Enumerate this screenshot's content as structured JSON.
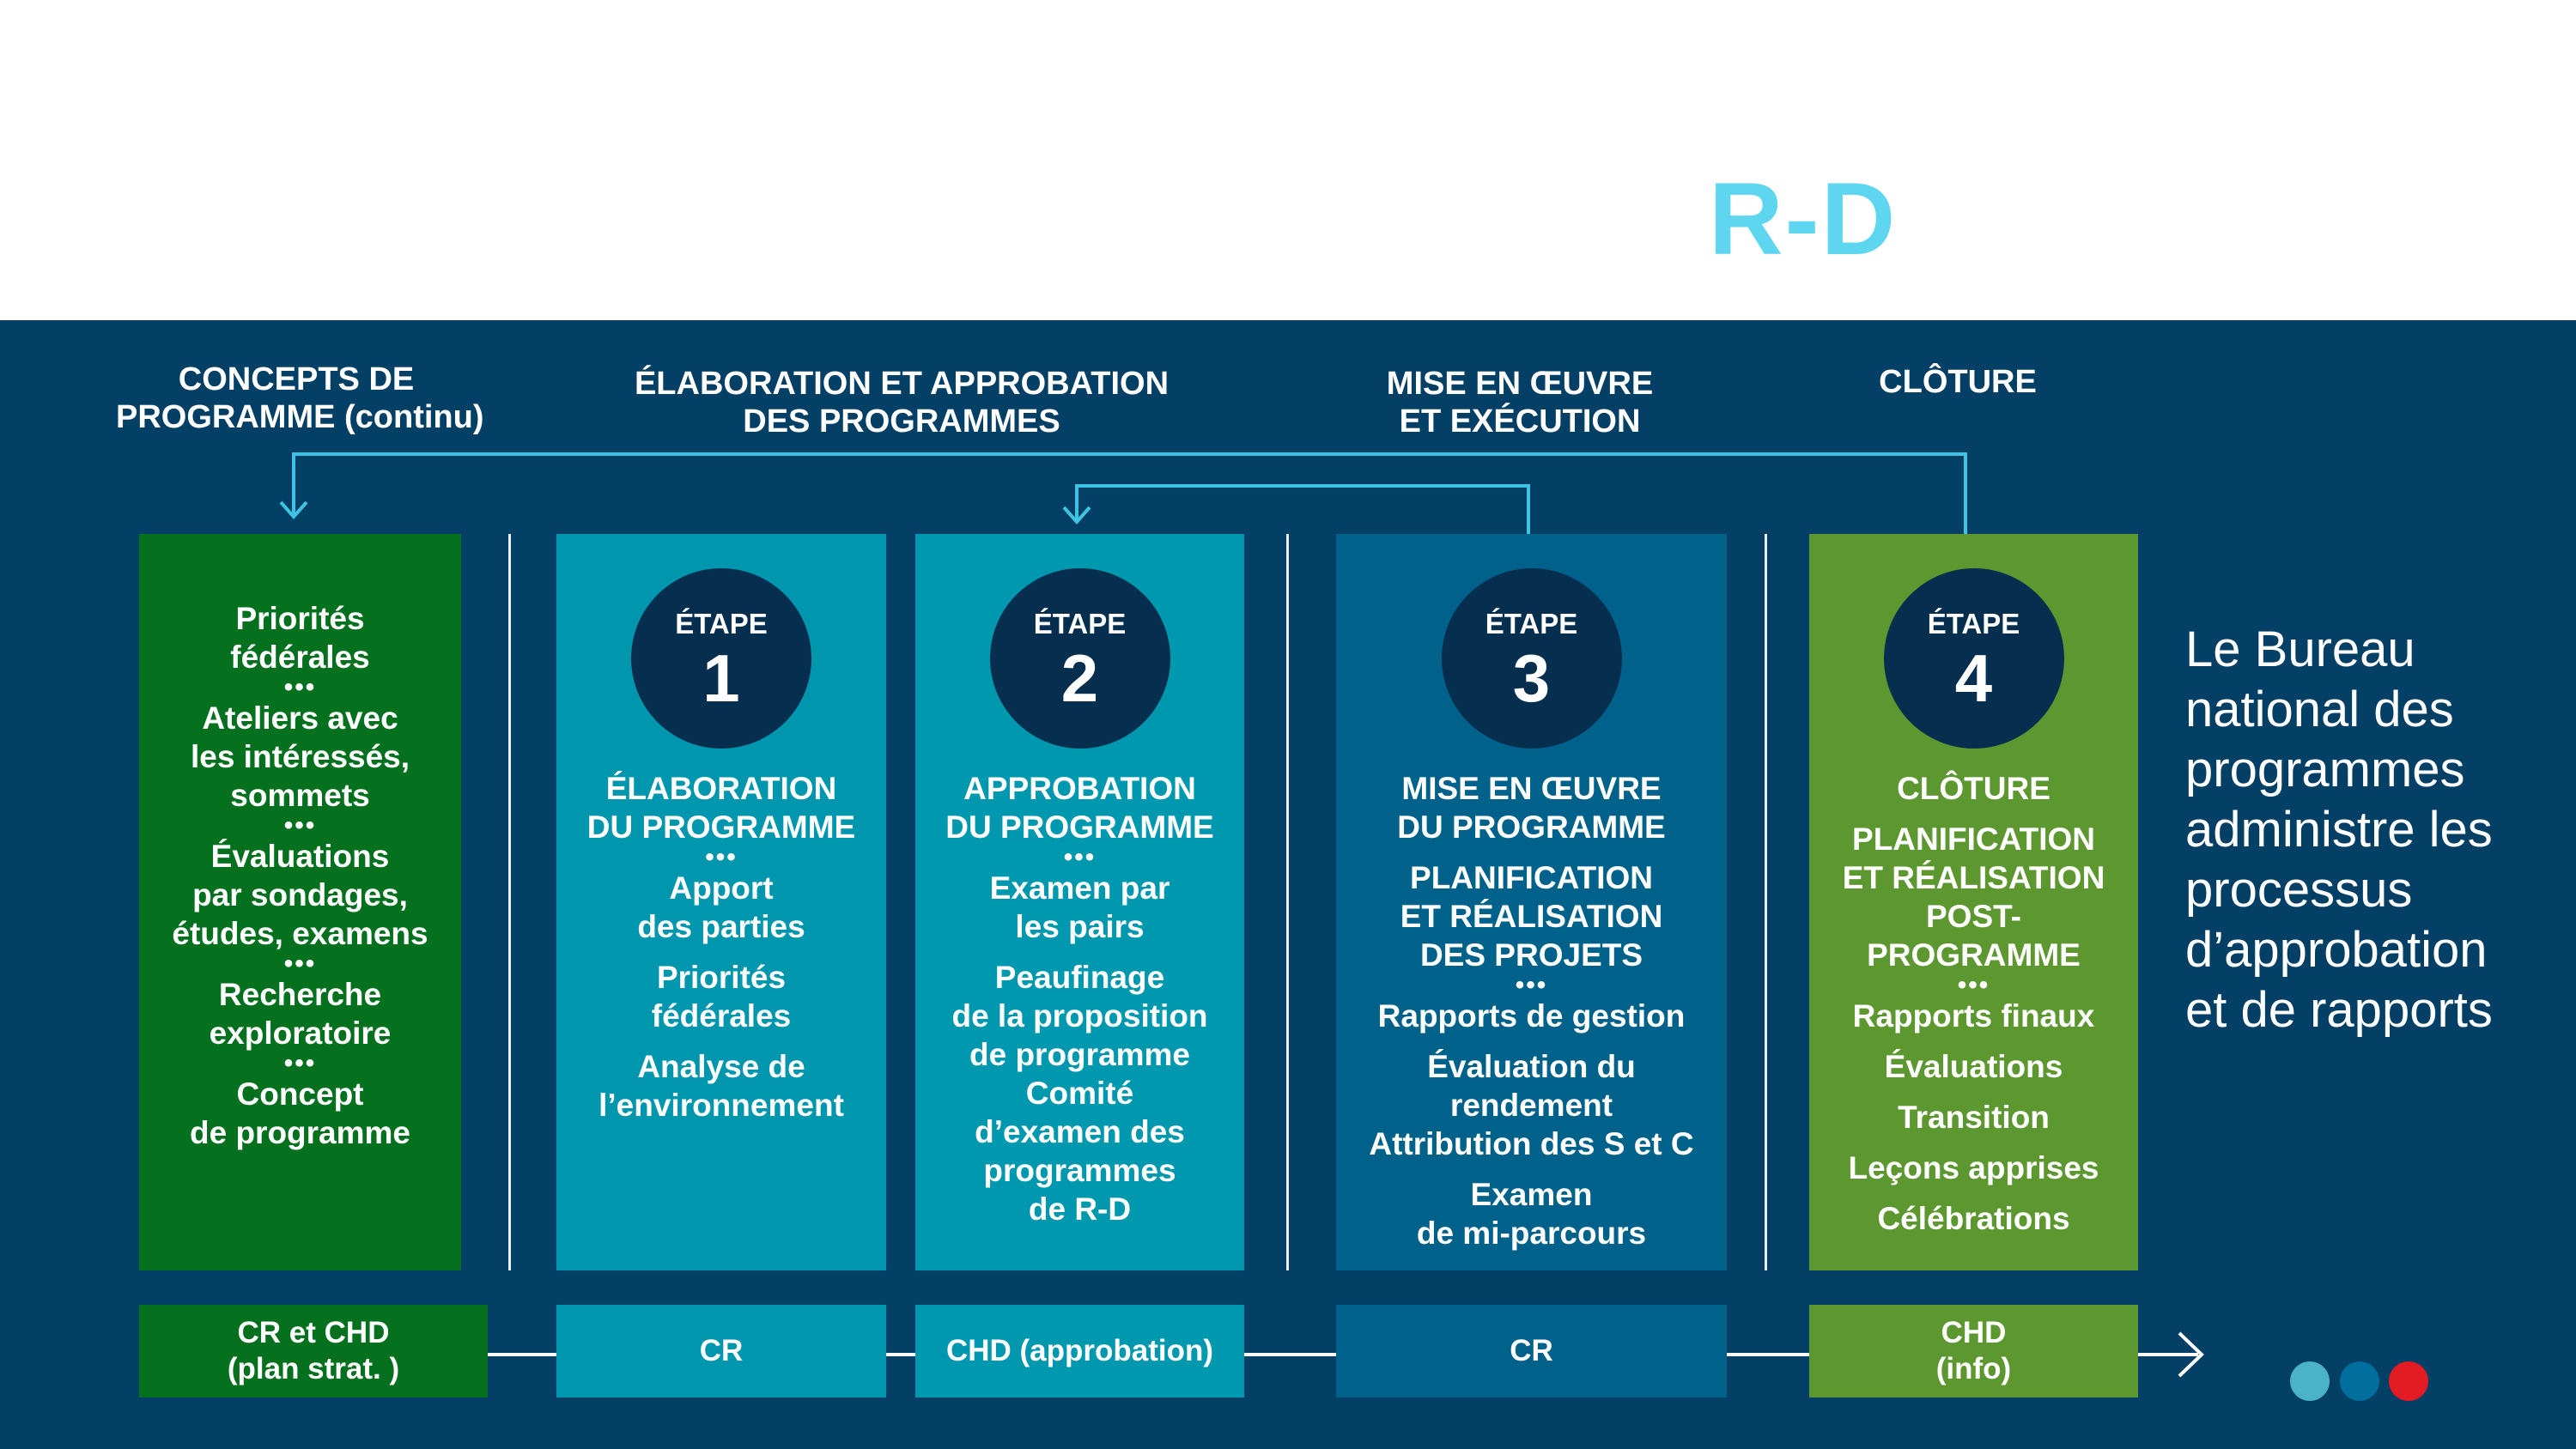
{
  "title": "R-D",
  "phases": [
    {
      "lines": [
        "CONCEPTS DE",
        "PROGRAMME (continu)"
      ]
    },
    {
      "lines": [
        "ÉLABORATION ET APPROBATION",
        "DES PROGRAMMES"
      ]
    },
    {
      "lines": [
        "MISE EN ŒUVRE",
        "ET EXÉCUTION"
      ]
    },
    {
      "lines": [
        "CLÔTURE"
      ]
    }
  ],
  "columns": [
    {
      "items": [
        "Priorités",
        "fédérales",
        "•••",
        "Ateliers avec",
        "les intéressés,",
        "sommets",
        "•••",
        "Évaluations",
        "par sondages,",
        "études, examens",
        "•••",
        "Recherche",
        "exploratoire",
        "•••",
        "Concept",
        "de programme"
      ]
    },
    {
      "step_label": "ÉTAPE",
      "step_number": "1",
      "items": [
        "ÉLABORATION",
        "DU PROGRAMME",
        "•••",
        "Apport",
        "des parties",
        "Priorités",
        "fédérales",
        "Analyse de",
        "l’environnement"
      ]
    },
    {
      "step_label": "ÉTAPE",
      "step_number": "2",
      "items": [
        "APPROBATION",
        "DU PROGRAMME",
        "•••",
        "Examen par",
        "les pairs",
        "Peaufinage",
        "de la proposition",
        "de programme",
        "Comité",
        "d’examen des",
        "programmes",
        "de R-D"
      ]
    },
    {
      "step_label": "ÉTAPE",
      "step_number": "3",
      "items": [
        "MISE EN ŒUVRE",
        "DU PROGRAMME",
        "PLANIFICATION",
        "ET RÉALISATION",
        "DES PROJETS",
        "•••",
        "Rapports de gestion",
        "Évaluation du",
        "rendement",
        "Attribution des S et C",
        "Examen",
        "de mi-parcours"
      ]
    },
    {
      "step_label": "ÉTAPE",
      "step_number": "4",
      "items": [
        "CLÔTURE",
        "PLANIFICATION",
        "ET RÉALISATION",
        "POST-",
        "PROGRAMME",
        "•••",
        "Rapports finaux",
        "Évaluations",
        "Transition",
        "Leçons apprises",
        "Célébrations"
      ]
    }
  ],
  "footers": [
    {
      "lines": [
        "CR et CHD",
        "(plan strat. )"
      ]
    },
    {
      "lines": [
        "CR"
      ]
    },
    {
      "lines": [
        "CHD (approbation)"
      ]
    },
    {
      "lines": [
        "CR"
      ]
    },
    {
      "lines": [
        "CHD",
        "(info)"
      ]
    }
  ],
  "side_text": [
    "Le Bureau",
    "national des",
    "programmes",
    "administre les",
    "processus",
    "d’approbation",
    "et de rapports"
  ],
  "colors": {
    "band": "#043f66",
    "green_dark": "#05711f",
    "teal": "#0096ad",
    "teal_mid": "#0098ae",
    "blue": "#00628a",
    "green_light": "#5d9730",
    "badge": "#062f4f",
    "accent": "#5fd6ef",
    "dot_1": "#4bb3c9",
    "dot_2": "#006f9e",
    "dot_3": "#e31b23"
  }
}
